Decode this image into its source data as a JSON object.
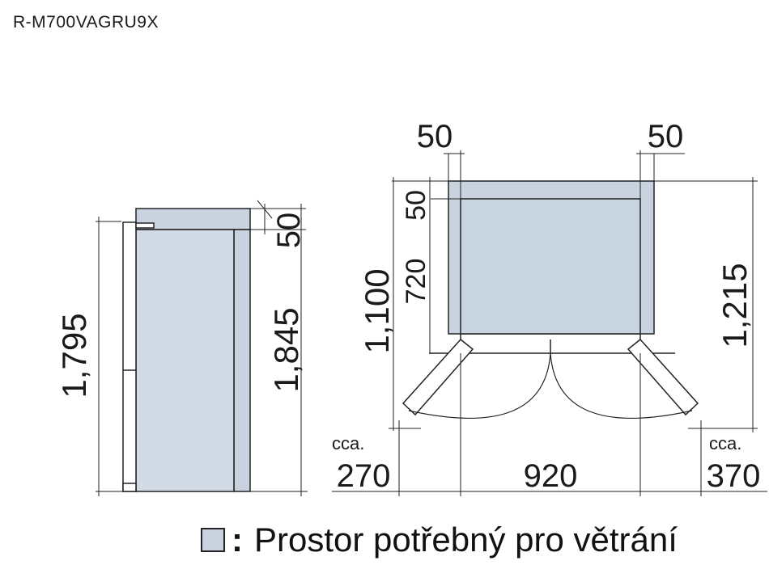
{
  "model": "R-M700VAGRU9X",
  "side_view": {
    "height": "1,795",
    "height_with_clearance": "1,845",
    "top_clearance": "50"
  },
  "top_view": {
    "left_clearance": "50",
    "right_clearance": "50",
    "rear_clearance": "50",
    "depth": "720",
    "depth_with_doors": "1,100",
    "total_depth": "1,215",
    "cca_left_label": "cca.",
    "left_door_swing": "270",
    "width": "920",
    "cca_right_label": "cca.",
    "right_door_swing": "370"
  },
  "legend": {
    "label": "Prostor potřebný pro větrání"
  },
  "colors": {
    "ventilation_fill": "#c9d3e0",
    "line": "#222222"
  }
}
